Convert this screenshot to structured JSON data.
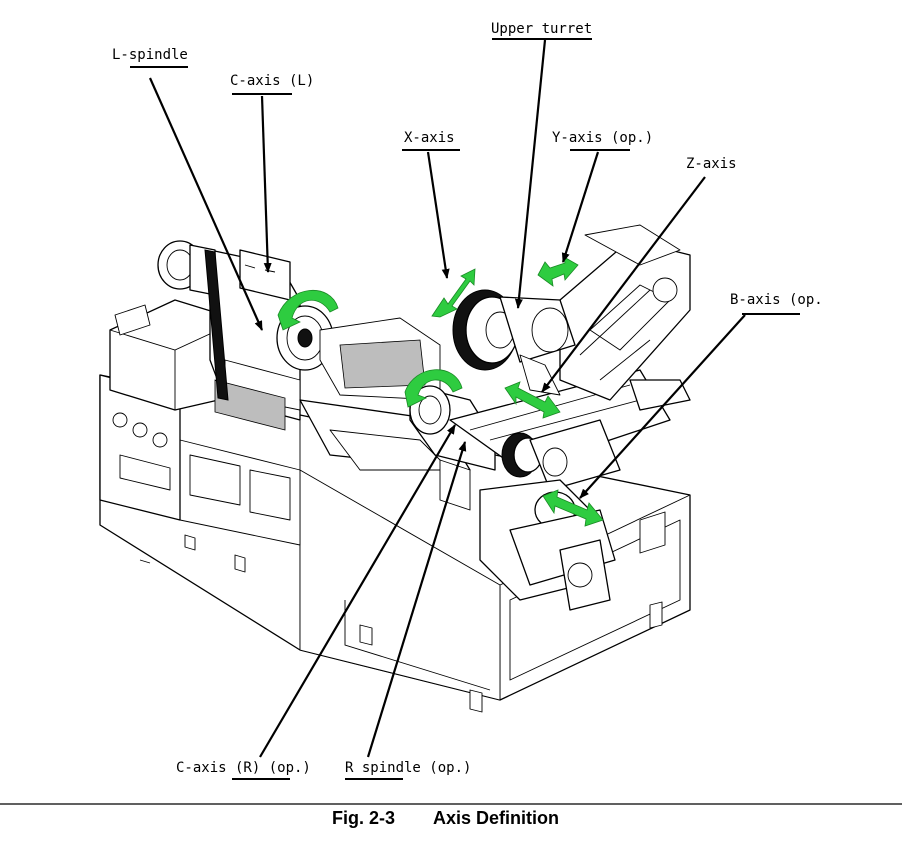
{
  "labels": {
    "l_spindle": "L-spindle",
    "c_axis_l": "C-axis (L)",
    "upper_turret": "Upper turret",
    "x_axis": "X-axis",
    "y_axis": "Y-axis (op.)",
    "z_axis": "Z-axis",
    "b_axis": "B-axis (op.",
    "c_axis_r": "C-axis (R) (op.)",
    "r_spindle": "R spindle (op.)"
  },
  "caption": {
    "figure_number": "Fig. 2-3",
    "title": "Axis Definition"
  },
  "colors": {
    "arrow_green": "#2ecc40",
    "line": "#000000",
    "background": "#ffffff"
  }
}
